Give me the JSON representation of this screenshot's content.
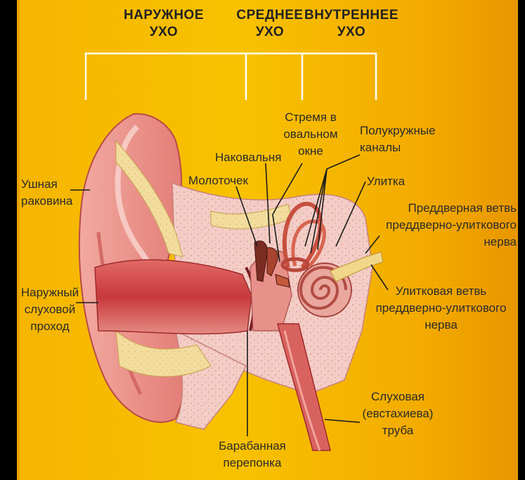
{
  "headers": {
    "outer_ear": [
      "НАРУЖНОЕ",
      "УХО"
    ],
    "middle_ear": [
      "СРЕДНЕЕ",
      "УХО"
    ],
    "inner_ear": [
      "ВНУТРЕННЕЕ",
      "УХО"
    ]
  },
  "labels": {
    "auricle": [
      "Ушная",
      "раковина"
    ],
    "ear_canal": [
      "Наружный",
      "слуховой",
      "проход"
    ],
    "malleus": "Молоточек",
    "incus": "Наковальня",
    "stapes": [
      "Стремя в",
      "овальном",
      "окне"
    ],
    "semicircular_canals": [
      "Полукружные",
      "каналы"
    ],
    "cochlea": "Улитка",
    "vestibular_nerve": [
      "Преддверная ветвь",
      "преддверно-улиткового",
      "нерва"
    ],
    "cochlear_nerve": [
      "Улитковая ветвь",
      "преддверно-улиткового",
      "нерва"
    ],
    "eustachian_tube": [
      "Слуховая",
      "(евстахиева)",
      "труба"
    ],
    "eardrum": [
      "Барабанная",
      "перепонка"
    ]
  },
  "colors": {
    "background": "#f8c200",
    "bone": "#f2c9c3",
    "skin": "#e88780",
    "cartilage": "#f0d79a",
    "canal": "#c9383a"
  }
}
